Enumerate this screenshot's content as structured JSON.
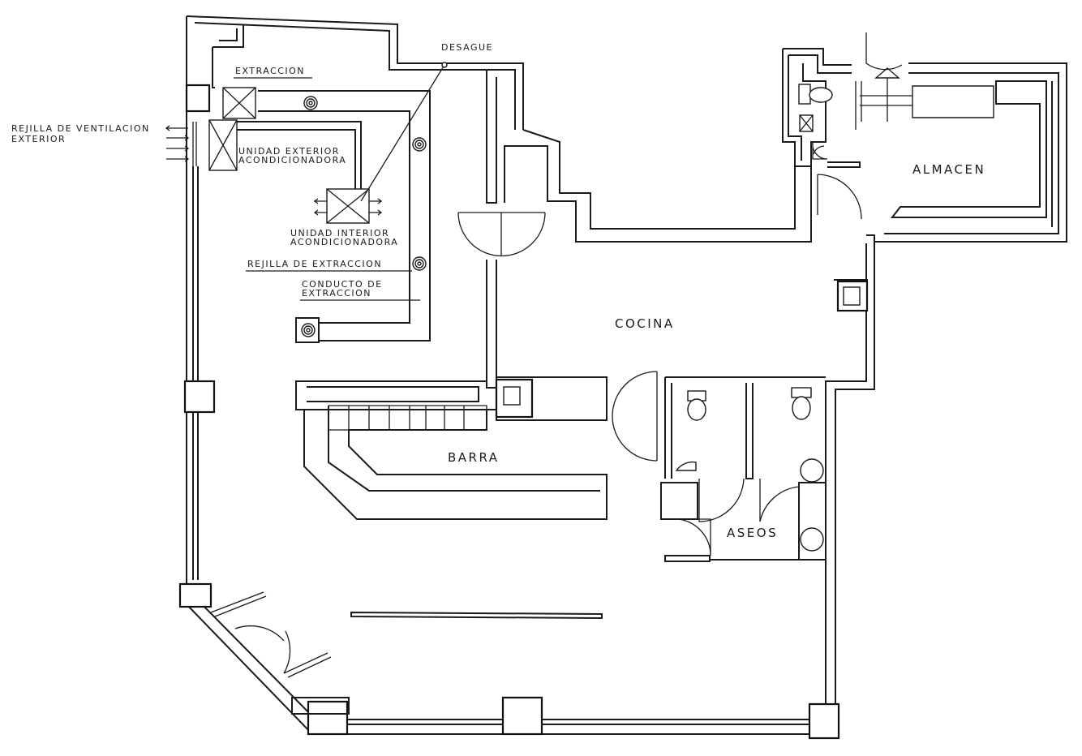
{
  "labels": {
    "desague": "DESAGUE",
    "extraccion": "EXTRACCION",
    "rejilla_ventilacion_1": "REJILLA DE VENTILACION",
    "rejilla_ventilacion_2": "EXTERIOR",
    "unidad_exterior_1": "UNIDAD EXTERIOR",
    "unidad_exterior_2": "ACONDICIONADORA",
    "unidad_interior_1": "UNIDAD INTERIOR",
    "unidad_interior_2": "ACONDICIONADORA",
    "rejilla_extraccion": "REJILLA DE EXTRACCION",
    "conducto_1": "CONDUCTO DE",
    "conducto_2": "EXTRACCION"
  },
  "rooms": {
    "cocina": "COCINA",
    "almacen": "ALMACEN",
    "barra": "BARRA",
    "aseos": "ASEOS"
  },
  "colors": {
    "ink": "#1a1a1a",
    "paper": "#ffffff"
  }
}
